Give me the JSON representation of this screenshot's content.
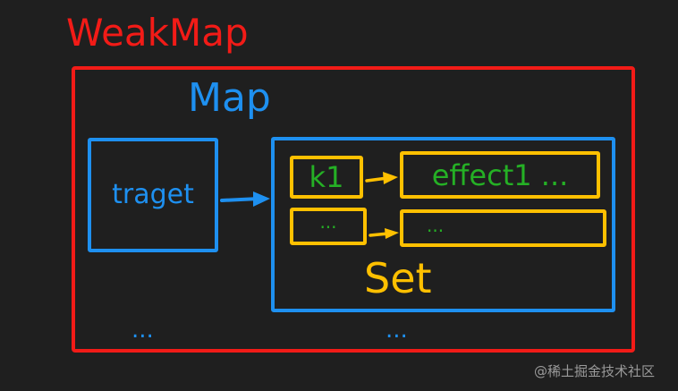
{
  "weakmap": {
    "label": "WeakMap"
  },
  "map": {
    "label": "Map",
    "key_label": "traget",
    "ellipsis": "..."
  },
  "set": {
    "label": "Set",
    "ellipsis": "..."
  },
  "entries": [
    {
      "key": "k1",
      "value": "effect1 ..."
    },
    {
      "key": "...",
      "value": "..."
    }
  ],
  "watermark": "@稀土掘金技术社区",
  "colors": {
    "weakmap": "#f21b17",
    "map": "#1e90f0",
    "set": "#ffc000",
    "effect": "#25b025",
    "background": "#1f1f1f"
  }
}
